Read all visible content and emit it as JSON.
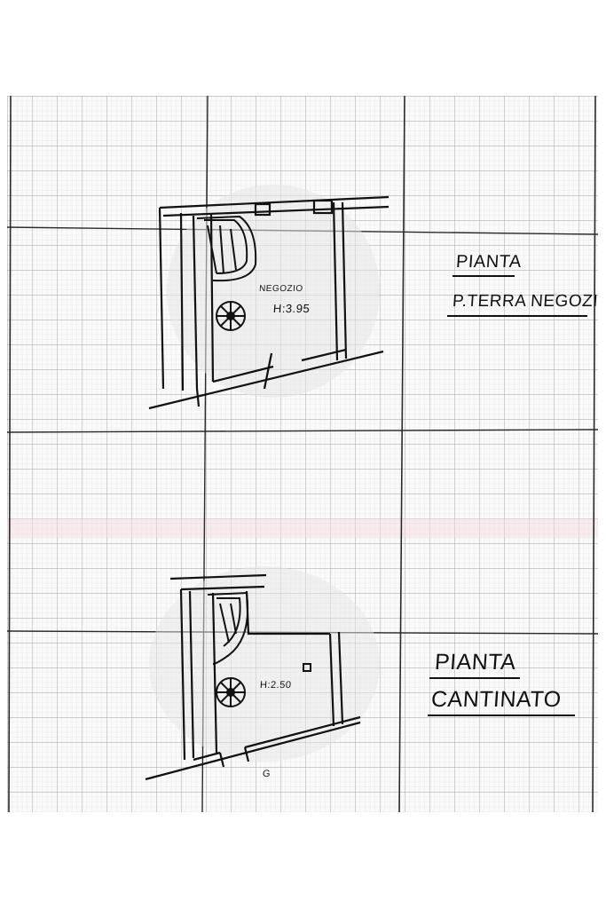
{
  "drawing": {
    "ground_floor_title": "PIANTA",
    "ground_floor_subtitle": "P.TERRA NEGOZIO",
    "basement_title": "PIANTA",
    "basement_subtitle": "CANTINATO",
    "shop_room_name": "NEGOZIO",
    "shop_height": "H:3.95",
    "basement_height": "H:2.50",
    "mark_g": "G"
  },
  "colors": {
    "ink": "#111111",
    "grid_fine": "#d9d9d9",
    "grid_major": "#a8a8a8",
    "grid_heavy": "#3a3a3a",
    "paper": "#fafafa"
  }
}
